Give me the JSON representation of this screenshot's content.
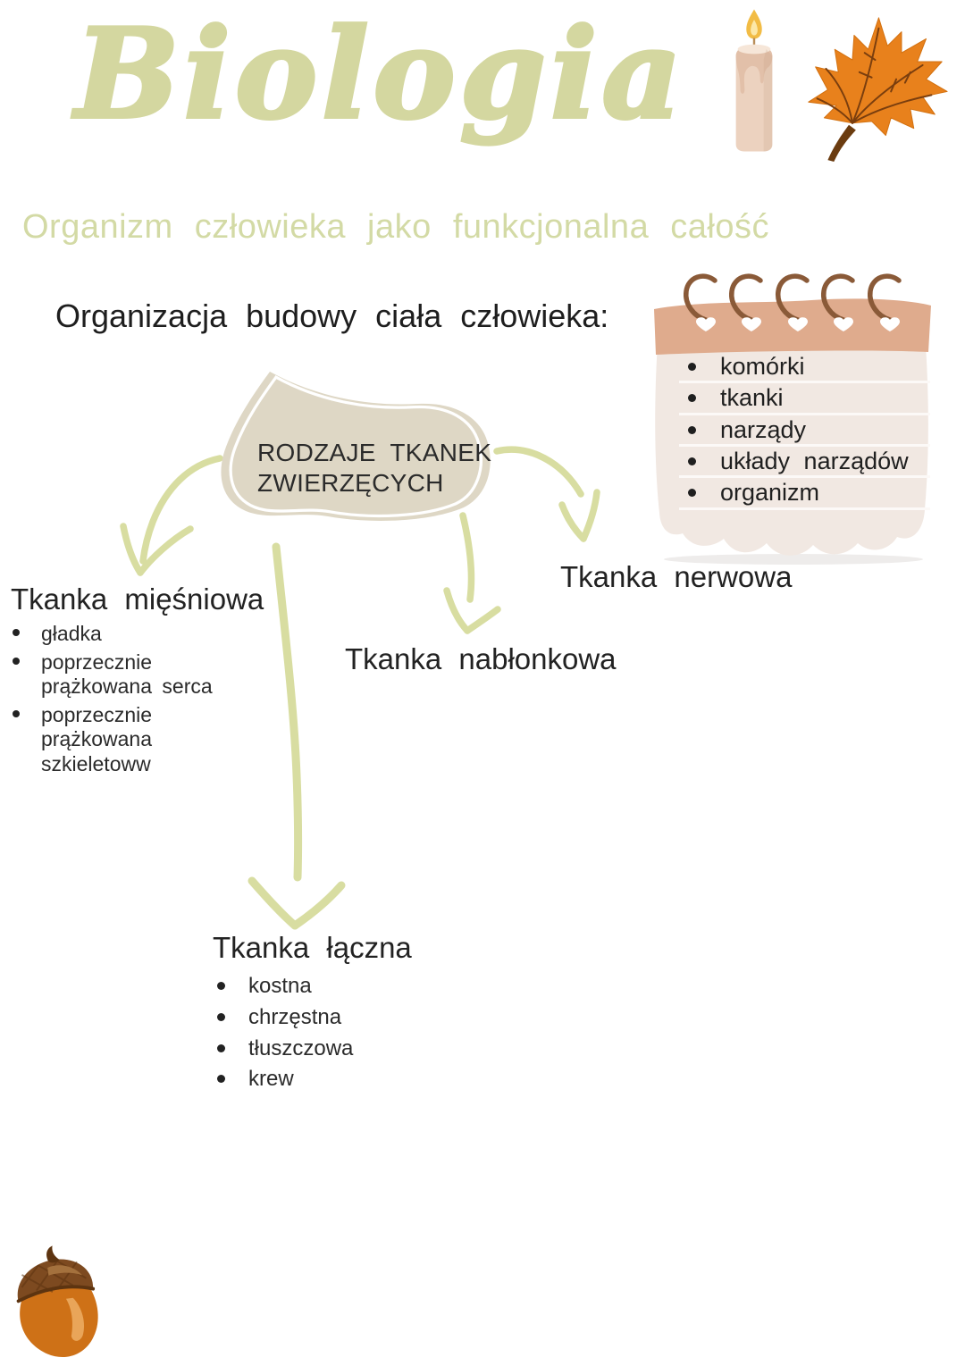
{
  "header": {
    "title": "Biologia",
    "subtitle": "Organizm człowieka jako funkcjonalna całość",
    "section_heading": "Organizacja budowy ciała człowieka:"
  },
  "notepad": {
    "items": [
      "komórki",
      "tkanki",
      "narządy",
      "układy narządów",
      "organizm"
    ]
  },
  "mindmap": {
    "center_line1": "RODZAJE TKANEK",
    "center_line2": "ZWIERZĘCYCH",
    "muscle": {
      "label": "Tkanka mięśniowa",
      "items": [
        "gładka",
        "poprzecznie prążkowana serca",
        "poprzecznie prążkowana szkieletoww"
      ]
    },
    "epithelial": {
      "label": "Tkanka nabłonkowa"
    },
    "nervous": {
      "label": "Tkanka nerwowa"
    },
    "connective": {
      "label": "Tkanka łączna",
      "items": [
        "kostna",
        "chrzęstna",
        "tłuszczowa",
        "krew"
      ]
    }
  },
  "icons": {
    "candle": "candle-icon",
    "maple_leaf": "maple-leaf-icon",
    "acorn": "acorn-icon",
    "spiral_rings": "spiral-ring-icon"
  },
  "colors": {
    "title_green": "#d4d7a0",
    "subtitle_green": "#d3daa5",
    "arrow_green": "#d8dda1",
    "blob_fill": "#ded7c5",
    "notepad_band": "#dfab8d",
    "notepad_body": "#f1e8e2",
    "ring_brown": "#8a5a38",
    "leaf_orange": "#e8811c",
    "acorn_orange": "#ce7117",
    "text_dark": "#1f1f1f"
  }
}
